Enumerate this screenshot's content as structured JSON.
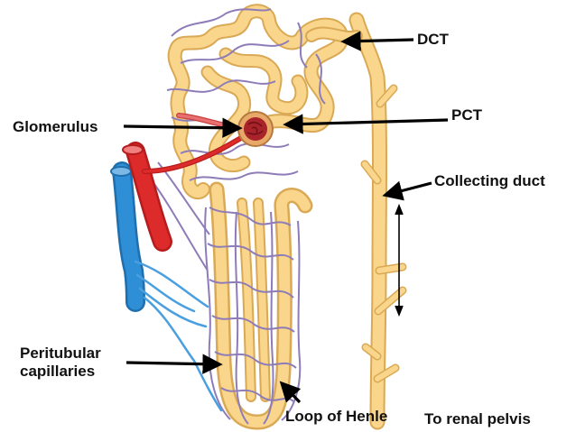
{
  "labels": {
    "dct": "DCT",
    "pct": "PCT",
    "glomerulus": "Glomerulus",
    "collecting_duct": "Collecting duct",
    "peritubular_line1": "Peritubular",
    "peritubular_line2": "capillaries",
    "loop_of_henle": "Loop of Henle",
    "to_renal_pelvis": "To renal pelvis"
  },
  "colors": {
    "tubule_fill": "#FAD68C",
    "tubule_outline": "#D9A955",
    "capillary_net": "#8E7CB8",
    "artery": "#DD2B2B",
    "vein": "#2E8FD6",
    "glomerulus": "#A8232A",
    "capsule": "#C98A4C",
    "arrow": "#000000"
  }
}
